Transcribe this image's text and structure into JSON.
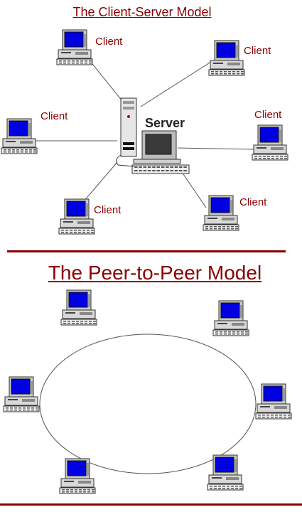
{
  "client_server": {
    "title": "The Client-Server Model",
    "server_label": "Server",
    "client_label": "Client"
  },
  "peer_to_peer": {
    "title": "The Peer-to-Peer Model"
  },
  "colors": {
    "title": "#8b0000",
    "screen": "#0000e0",
    "line": "#555555"
  },
  "icons": [
    "desktop-computer-icon",
    "server-tower-icon"
  ]
}
